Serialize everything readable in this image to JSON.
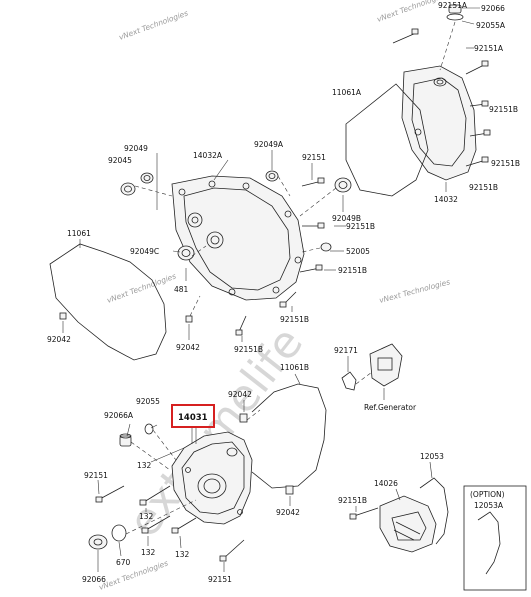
{
  "labels": {
    "p92151a_top": "92151A",
    "p92066_top": "92066",
    "p92055a": "92055A",
    "p92151a_2": "92151A",
    "p11061a": "11061A",
    "p92151b_r1": "92151B",
    "p92151b_r2": "92151B",
    "p92151b_r3": "92151B",
    "p14032": "14032",
    "p92049": "92049",
    "p92045": "92045",
    "p14032a": "14032A",
    "p92049a": "92049A",
    "p92151_mid": "92151",
    "p92049b": "92049B",
    "p92151b_c1": "92151B",
    "p52005": "52005",
    "p92151b_c2": "92151B",
    "p11061": "11061",
    "p92049c": "92049C",
    "p481": "481",
    "p92042_l": "92042",
    "p92042_c": "92042",
    "p92151b_c3": "92151B",
    "p92151b_c4": "92151B",
    "p92171": "92171",
    "p11061b": "11061B",
    "p92042_m": "92042",
    "ref_generator": "Ref.Generator",
    "p92055": "92055",
    "p92066a": "92066A",
    "p14031": "14031",
    "p132_a": "132",
    "p92151_l": "92151",
    "p132_b": "132",
    "p670": "670",
    "p92066_b": "92066",
    "p132_c": "132",
    "p132_d": "132",
    "p92151_b": "92151",
    "p92042_b": "92042",
    "p12053": "12053",
    "p14026": "14026",
    "p92151b_b": "92151B",
    "option": "(OPTION)",
    "p12053a": "12053A"
  },
  "watermarks": {
    "vnext_1": "vNext Technologies",
    "vnext_2": "vNext Technologies",
    "vnext_3": "vNext Technologies",
    "vnext_4": "vNext Technologies",
    "vnext_5": "vNext Technologies",
    "big_text": "extremelife"
  },
  "highlight": {
    "part": "14031",
    "color": "#d62020"
  }
}
